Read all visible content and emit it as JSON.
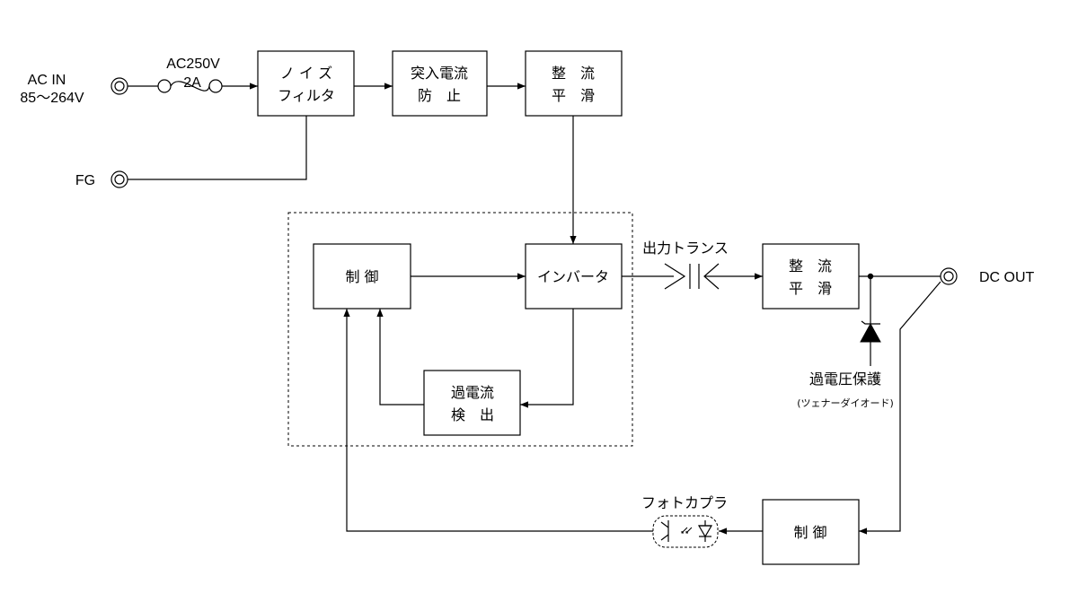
{
  "input": {
    "ac_in_line1": "AC IN",
    "ac_in_line2": "85～264V",
    "fuse_line1": "AC250V",
    "fuse_line2": "2A",
    "fg": "FG"
  },
  "blocks": {
    "noise_filter": [
      "ノ イ ズ",
      "フィルタ"
    ],
    "inrush": [
      "突入電流",
      "防　止"
    ],
    "rectifier_primary": [
      "整　流",
      "平　滑"
    ],
    "control_primary": [
      "制 御"
    ],
    "inverter": [
      "インバータ"
    ],
    "overcurrent": [
      "過電流",
      "検　出"
    ],
    "rectifier_secondary": [
      "整　流",
      "平　滑"
    ],
    "control_secondary": [
      "制 御"
    ]
  },
  "labels": {
    "transformer": "出力トランス",
    "dc_out": "DC OUT",
    "ovp": "過電圧保護",
    "ovp_sub": "(ツェナーダイオード)",
    "photocoupler": "フォトカプラ"
  }
}
